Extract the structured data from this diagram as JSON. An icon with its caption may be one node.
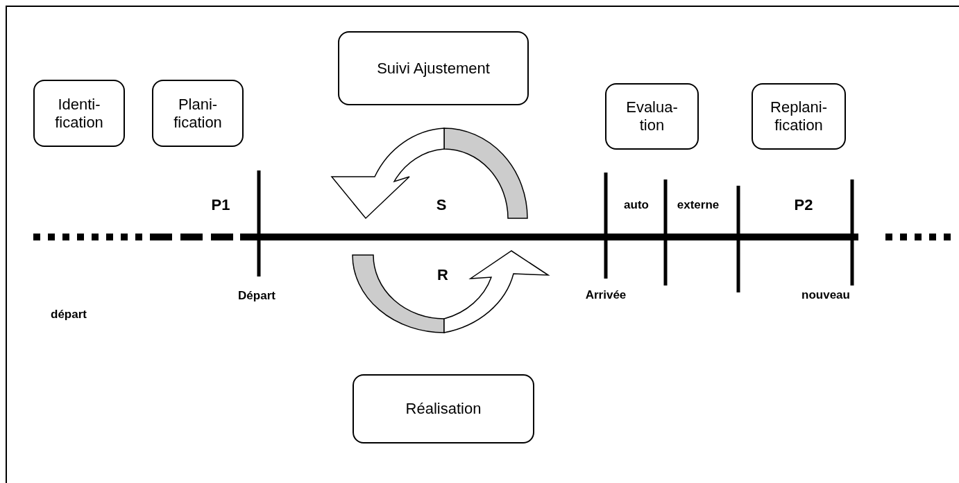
{
  "diagram": {
    "nodes": [
      {
        "text": [
          "Identi- fication"
        ]
      },
      {
        "text": [
          "Plani- fication"
        ]
      },
      {
        "text": [
          "Suivi Ajustement"
        ]
      },
      {
        "text": [
          "Evalua- tion"
        ]
      },
      {
        "text": [
          "Replani- fication"
        ]
      },
      {
        "text": [
          "Réalisation"
        ]
      }
    ],
    "labels": [
      "P1",
      "S",
      "auto",
      "externe",
      "P2",
      "Départ",
      "R",
      "Arrivée",
      "nouveau",
      "départ"
    ]
  }
}
